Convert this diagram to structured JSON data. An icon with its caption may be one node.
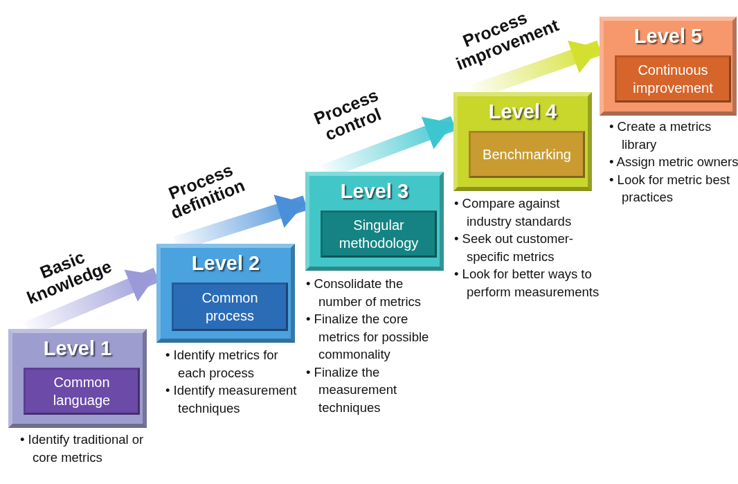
{
  "diagram": {
    "nodes": [
      {
        "text": [
          "Level 1"
        ],
        "beside": [
          "• Identify traditional or core metrics"
        ]
      },
      {
        "text": [
          "Common language"
        ],
        "in": 0
      },
      {
        "text": [
          "Level 2"
        ],
        "beside": [
          "• Identify metrics for each process",
          "• Identify measurement techniques"
        ]
      },
      {
        "text": [
          "Common process"
        ],
        "in": 2
      },
      {
        "text": [
          "Level 3"
        ],
        "beside": [
          "• Consolidate the number of metrics",
          "• Finalize the core metrics for possible commonality",
          "• Finalize the measurement techniques"
        ]
      },
      {
        "text": [
          "Singular methodology"
        ],
        "in": 4
      },
      {
        "text": [
          "Level 4"
        ],
        "beside": [
          "• Compare against industry standards",
          "• Seek out customer-specific metrics",
          "• Look for better ways to perform measurements"
        ]
      },
      {
        "text": [
          "Benchmarking"
        ],
        "in": 6
      },
      {
        "text": [
          "Level 5"
        ],
        "beside": [
          "• Create a metrics library",
          "• Assign metric owners",
          "• Look for metric best practices"
        ]
      },
      {
        "text": [
          "Continuous improvement"
        ],
        "in": 8
      }
    ],
    "edges": [
      {
        "from": 0,
        "to": 2,
        "arrow": "to",
        "label": "Basic knowledge",
        "color": "#9a9ad8"
      },
      {
        "from": 2,
        "to": 4,
        "arrow": "to",
        "label": "Process definition",
        "color": "#4a90d8"
      },
      {
        "from": 4,
        "to": 6,
        "arrow": "to",
        "label": "Process control",
        "color": "#3ec6d0"
      },
      {
        "from": 6,
        "to": 8,
        "arrow": "to",
        "label": "Process improvement",
        "color": "#d4e030"
      }
    ]
  }
}
